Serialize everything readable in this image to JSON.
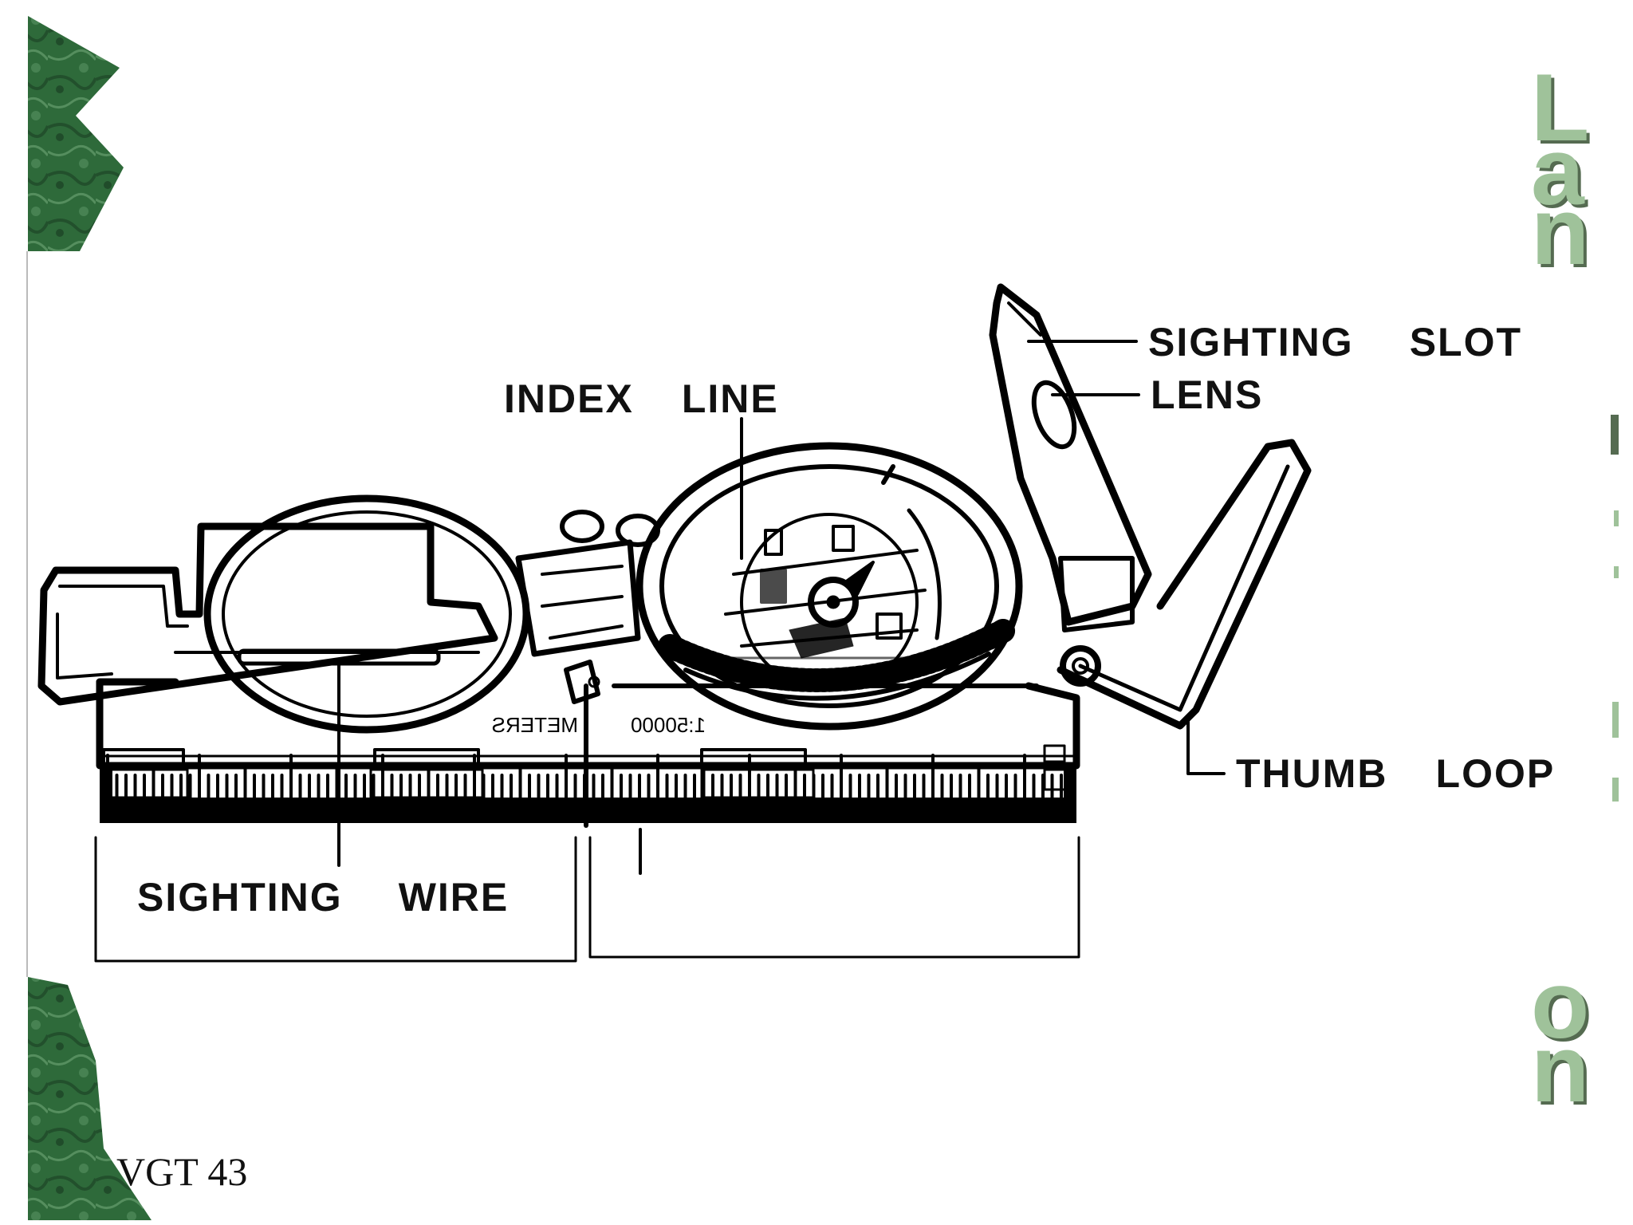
{
  "slide": {
    "background": "#ffffff",
    "accent_color": "#2f6b3c",
    "decor_title_chars": [
      "L",
      "a",
      "n",
      "o",
      "n"
    ],
    "footer_text": "VGT 43"
  },
  "diagram": {
    "subject": "lensatic-compass-icon",
    "callouts": {
      "index_line": [
        "INDEX",
        "LINE"
      ],
      "sighting_slot": [
        "SIGHTING",
        "SLOT"
      ],
      "lens": "LENS",
      "thumb_loop": [
        "THUMB",
        "LOOP"
      ],
      "sighting_wire": [
        "SIGHTING",
        "WIRE"
      ]
    },
    "scale_labels": [
      "1:50000",
      "METERS"
    ]
  }
}
